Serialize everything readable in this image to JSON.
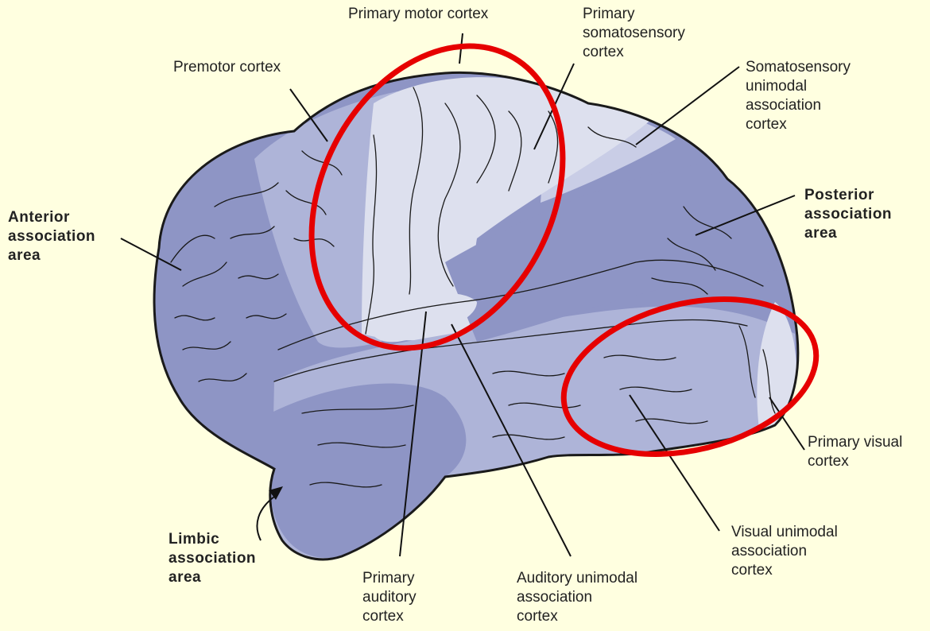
{
  "labels": {
    "primary_motor": [
      "Primary motor cortex"
    ],
    "primary_somatosensory": [
      "Primary",
      "somatosensory",
      "cortex"
    ],
    "premotor": [
      "Premotor cortex"
    ],
    "somatosensory_unimodal": [
      "Somatosensory",
      "unimodal",
      "association",
      "cortex"
    ],
    "anterior_association": [
      "Anterior",
      "association",
      "area"
    ],
    "posterior_association": [
      "Posterior",
      "association",
      "area"
    ],
    "primary_visual": [
      "Primary visual",
      "cortex"
    ],
    "visual_unimodal": [
      "Visual unimodal",
      "association",
      "cortex"
    ],
    "limbic_association": [
      "Limbic",
      "association",
      "area"
    ],
    "primary_auditory": [
      "Primary",
      "auditory",
      "cortex"
    ],
    "auditory_unimodal": [
      "Auditory unimodal",
      "association",
      "cortex"
    ]
  },
  "colors": {
    "background": "#ffffe0",
    "association_region": "#8e95c5",
    "unimodal_region": "#aeb4d8",
    "primary_region": "#dde0ee",
    "outline": "#1a1a1a",
    "highlight_ellipse": "#e60000"
  }
}
